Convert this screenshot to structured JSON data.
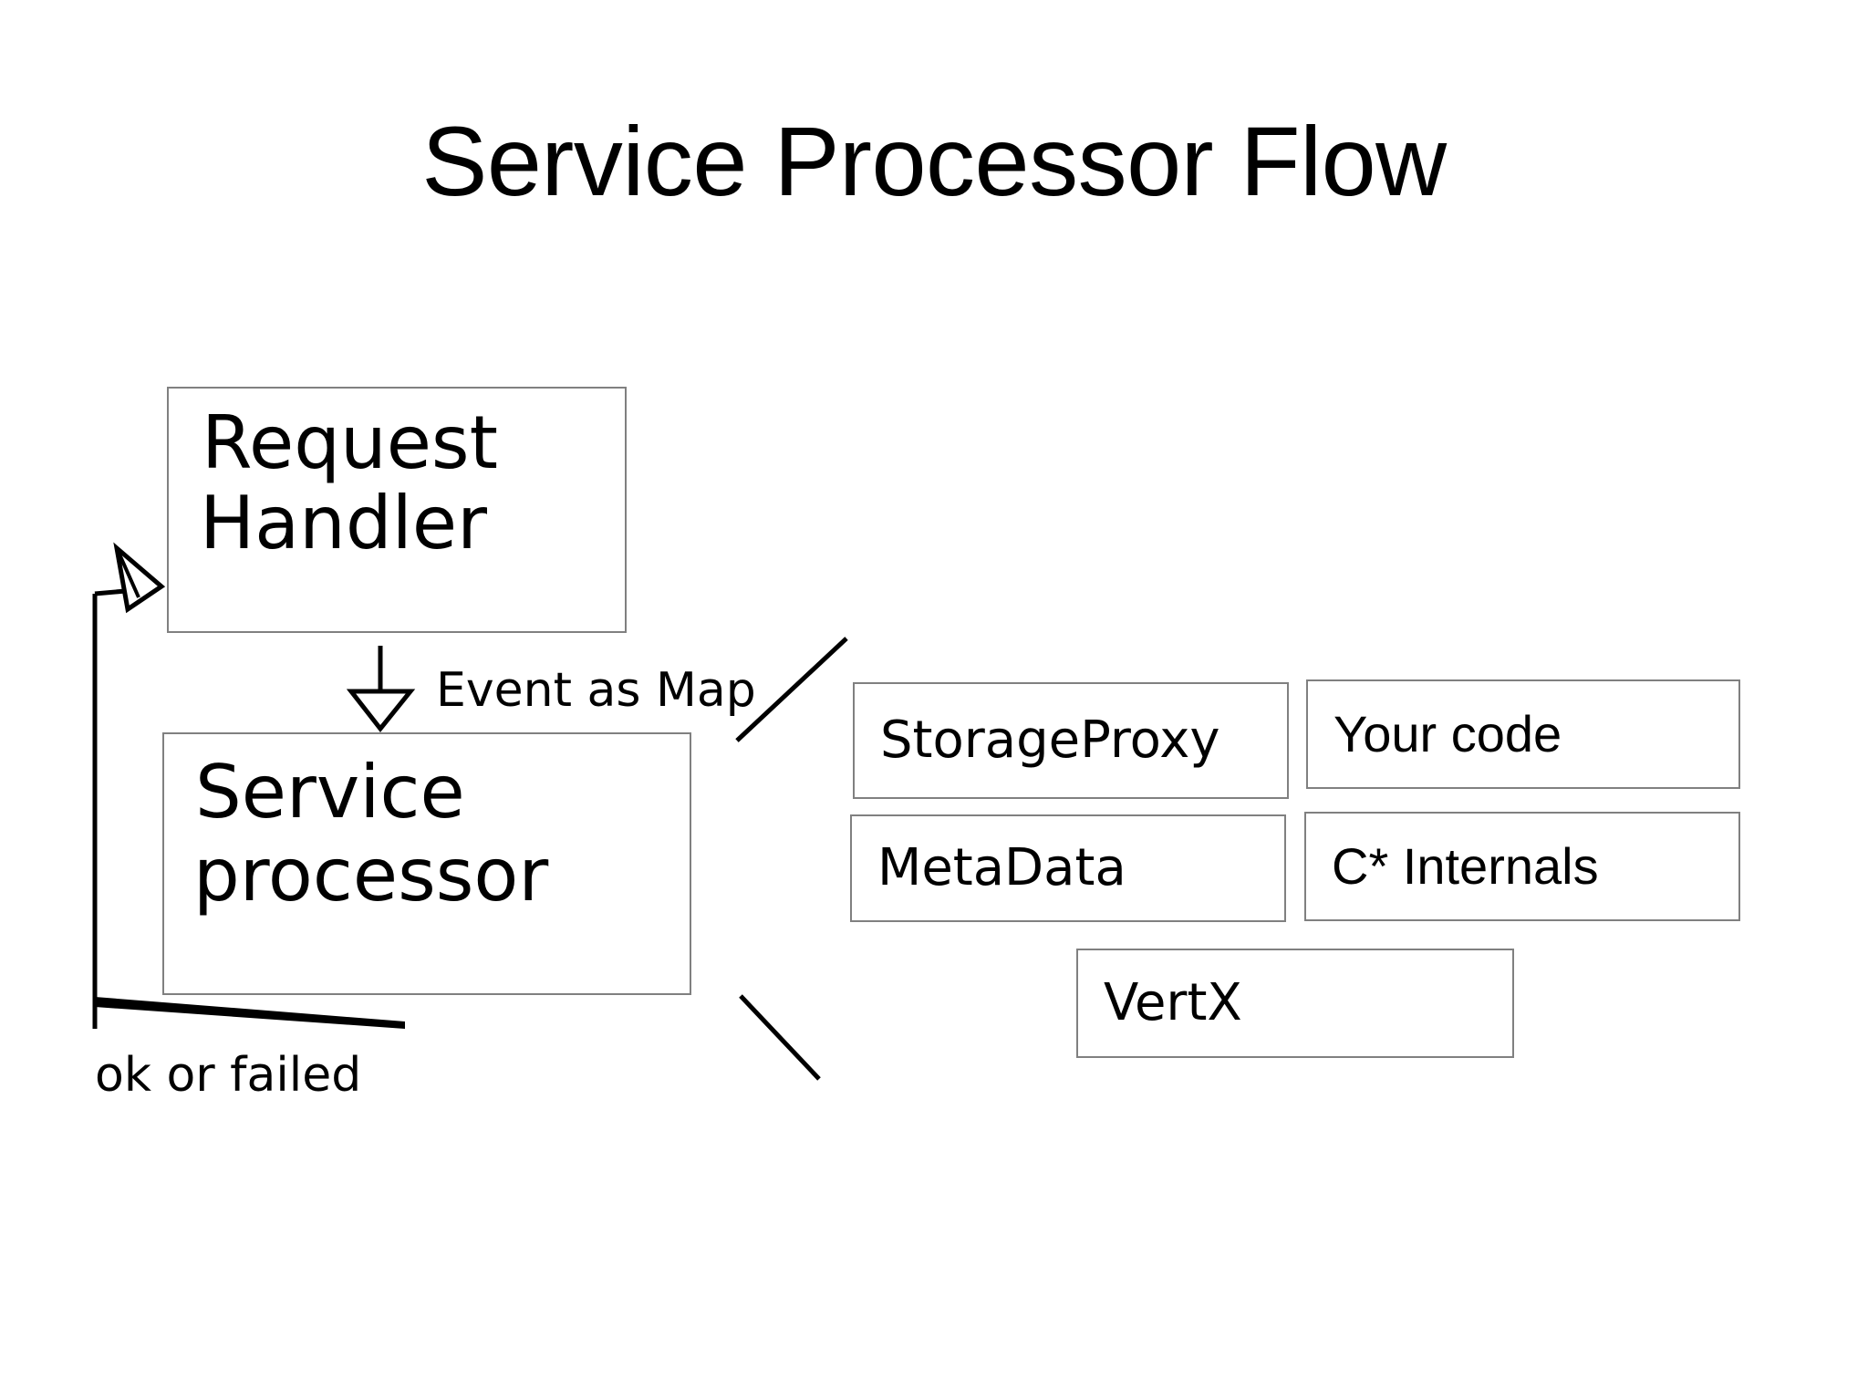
{
  "slide": {
    "title": "Service Processor Flow",
    "background_color": "#ffffff",
    "text_color": "#000000",
    "box_border_color": "#808080"
  },
  "diagram": {
    "type": "flow-diagram",
    "nodes": [
      {
        "id": "request-handler",
        "label": "Request\nHandler",
        "line1": "Request",
        "line2": "Handler"
      },
      {
        "id": "service-processor",
        "label": "Service\nprocessor",
        "line1": "Service",
        "line2": "processor"
      },
      {
        "id": "storage-proxy",
        "label": "StorageProxy"
      },
      {
        "id": "your-code",
        "label": "Your code"
      },
      {
        "id": "metadata",
        "label": "MetaData"
      },
      {
        "id": "c-internals",
        "label": "C* Internals"
      },
      {
        "id": "vertx",
        "label": "VertX"
      }
    ],
    "connectors": [
      {
        "id": "event-as-map",
        "label": "Event as Map",
        "from": "request-handler",
        "to": "service-processor",
        "direction": "down",
        "arrowhead": "open-triangle"
      },
      {
        "id": "ok-or-failed",
        "label": "ok or failed",
        "from": "service-processor",
        "to": "request-handler",
        "direction": "up",
        "arrowhead": "open-triangle"
      },
      {
        "id": "callout-upper",
        "label": "",
        "from": "service-processor",
        "to": "storage-proxy",
        "direction": "diagonal-up-right",
        "arrowhead": "none"
      },
      {
        "id": "callout-lower",
        "label": "",
        "from": "service-processor",
        "to": "vertx",
        "direction": "diagonal-down-right",
        "arrowhead": "none"
      }
    ]
  }
}
